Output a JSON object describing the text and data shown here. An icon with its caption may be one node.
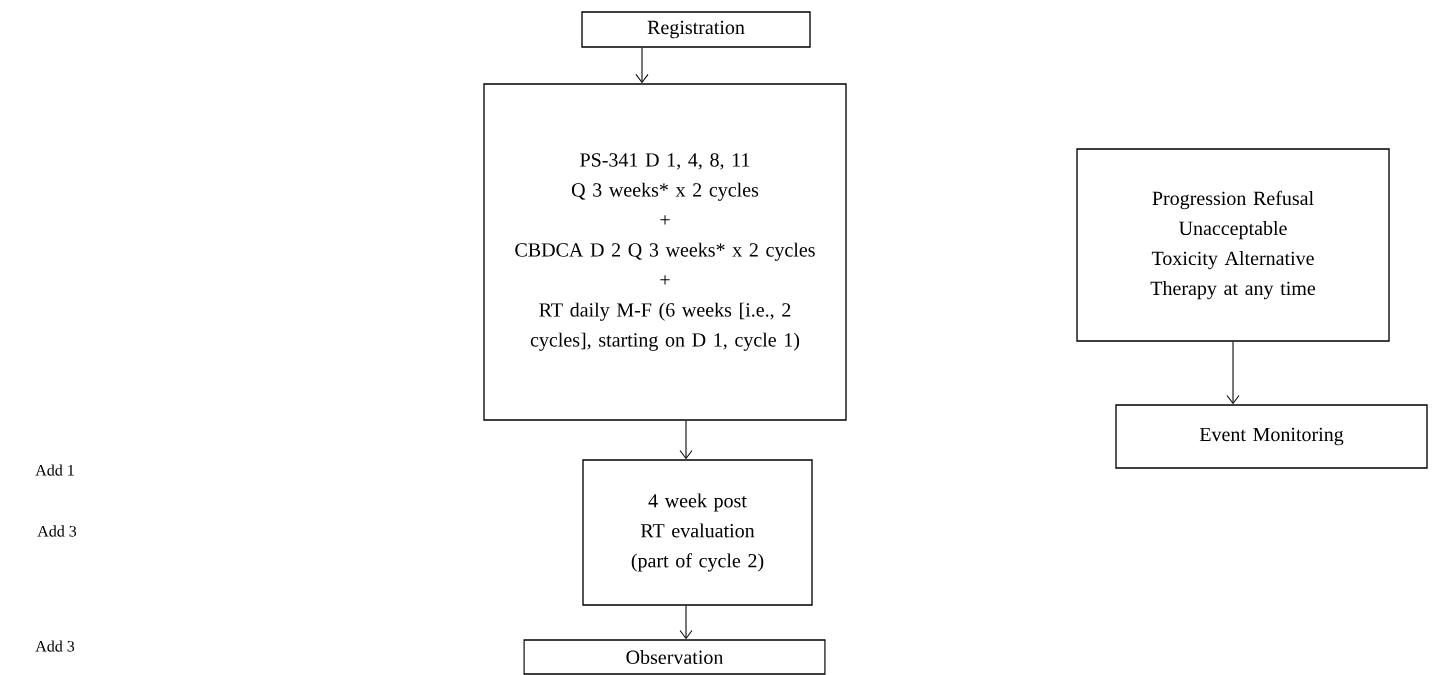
{
  "diagram": {
    "nodes": [
      {
        "text": [
          "Registration"
        ]
      },
      {
        "text": [
          "PS-341 D 1, 4, 8, 11 Q 3 weeks* x 2 cycles",
          "+",
          "CBDCA D 2 Q 3 weeks* x 2 cycles",
          "+",
          "RT daily M-F (6 weeks [i.e., 2 cycles], starting on D 1, cycle 1)"
        ]
      },
      {
        "text": [
          "4 week post RT evaluation (part of cycle 2)"
        ]
      },
      {
        "text": [
          "Observation"
        ]
      },
      {
        "text": [
          "Progression Refusal Unacceptable Toxicity Alternative Therapy at any time"
        ]
      },
      {
        "text": [
          "Event Monitoring"
        ]
      }
    ],
    "edges": [
      {
        "from": 0,
        "to": 1,
        "arrow": "to"
      },
      {
        "from": 1,
        "to": 2,
        "arrow": "to"
      },
      {
        "from": 2,
        "to": 3,
        "arrow": "to"
      },
      {
        "from": 4,
        "to": 5,
        "arrow": "to"
      }
    ],
    "labels": [
      "Add 1",
      "Add 3",
      "Add 3"
    ]
  }
}
